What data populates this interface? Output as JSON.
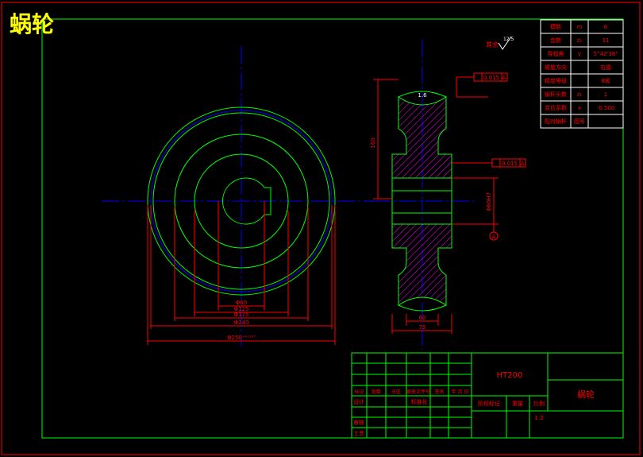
{
  "title": "蜗轮",
  "colors": {
    "frame": "#ff0000",
    "outline": "#00ff00",
    "center": "#0000ff",
    "dim": "#ff0000",
    "hatch": "#ff00ff",
    "text": "#ffffff",
    "title": "#ffff00"
  },
  "params": [
    [
      "模数",
      "m",
      "6"
    ],
    [
      "齿数",
      "z₂",
      "31"
    ],
    [
      "导程角",
      "γ",
      "5°42'38\""
    ],
    [
      "螺旋方向",
      "",
      "右旋"
    ],
    [
      "精度等级",
      "",
      "8级"
    ],
    [
      "蜗杆头数",
      "z₁",
      "1"
    ],
    [
      "变位系数",
      "x",
      "-0.500"
    ],
    [
      "配对蜗杆",
      "图号",
      ""
    ]
  ],
  "roughness": {
    "label": "其余",
    "value": "12.5"
  },
  "side_view": {
    "d1": "Φ60",
    "d2": "Φ125",
    "d3": "Φ175",
    "d4": "Φ240",
    "d5": "Φ250⁺⁰·⁰⁰⁷"
  },
  "section_view": {
    "height": "160",
    "bore": "Φ60H7",
    "hub_width": "60",
    "width": "75",
    "rough": "1.6",
    "tol1_value": "0.015",
    "tol1_ref": "A",
    "tol2_value": "0.015",
    "tol2_ref": "A",
    "datum": "A"
  },
  "title_block": {
    "material": "HT200",
    "part_name": "蜗轮",
    "scale": "1:2",
    "row_headers": [
      "标记",
      "处数",
      "分区",
      "更改文件号",
      "签名",
      "年 月 日"
    ],
    "designer": "设计",
    "standardize": "标准化",
    "check": "审核",
    "process": "工艺",
    "stage_mark": "阶段标记",
    "weight": "重量",
    "scale_label": "比例"
  }
}
